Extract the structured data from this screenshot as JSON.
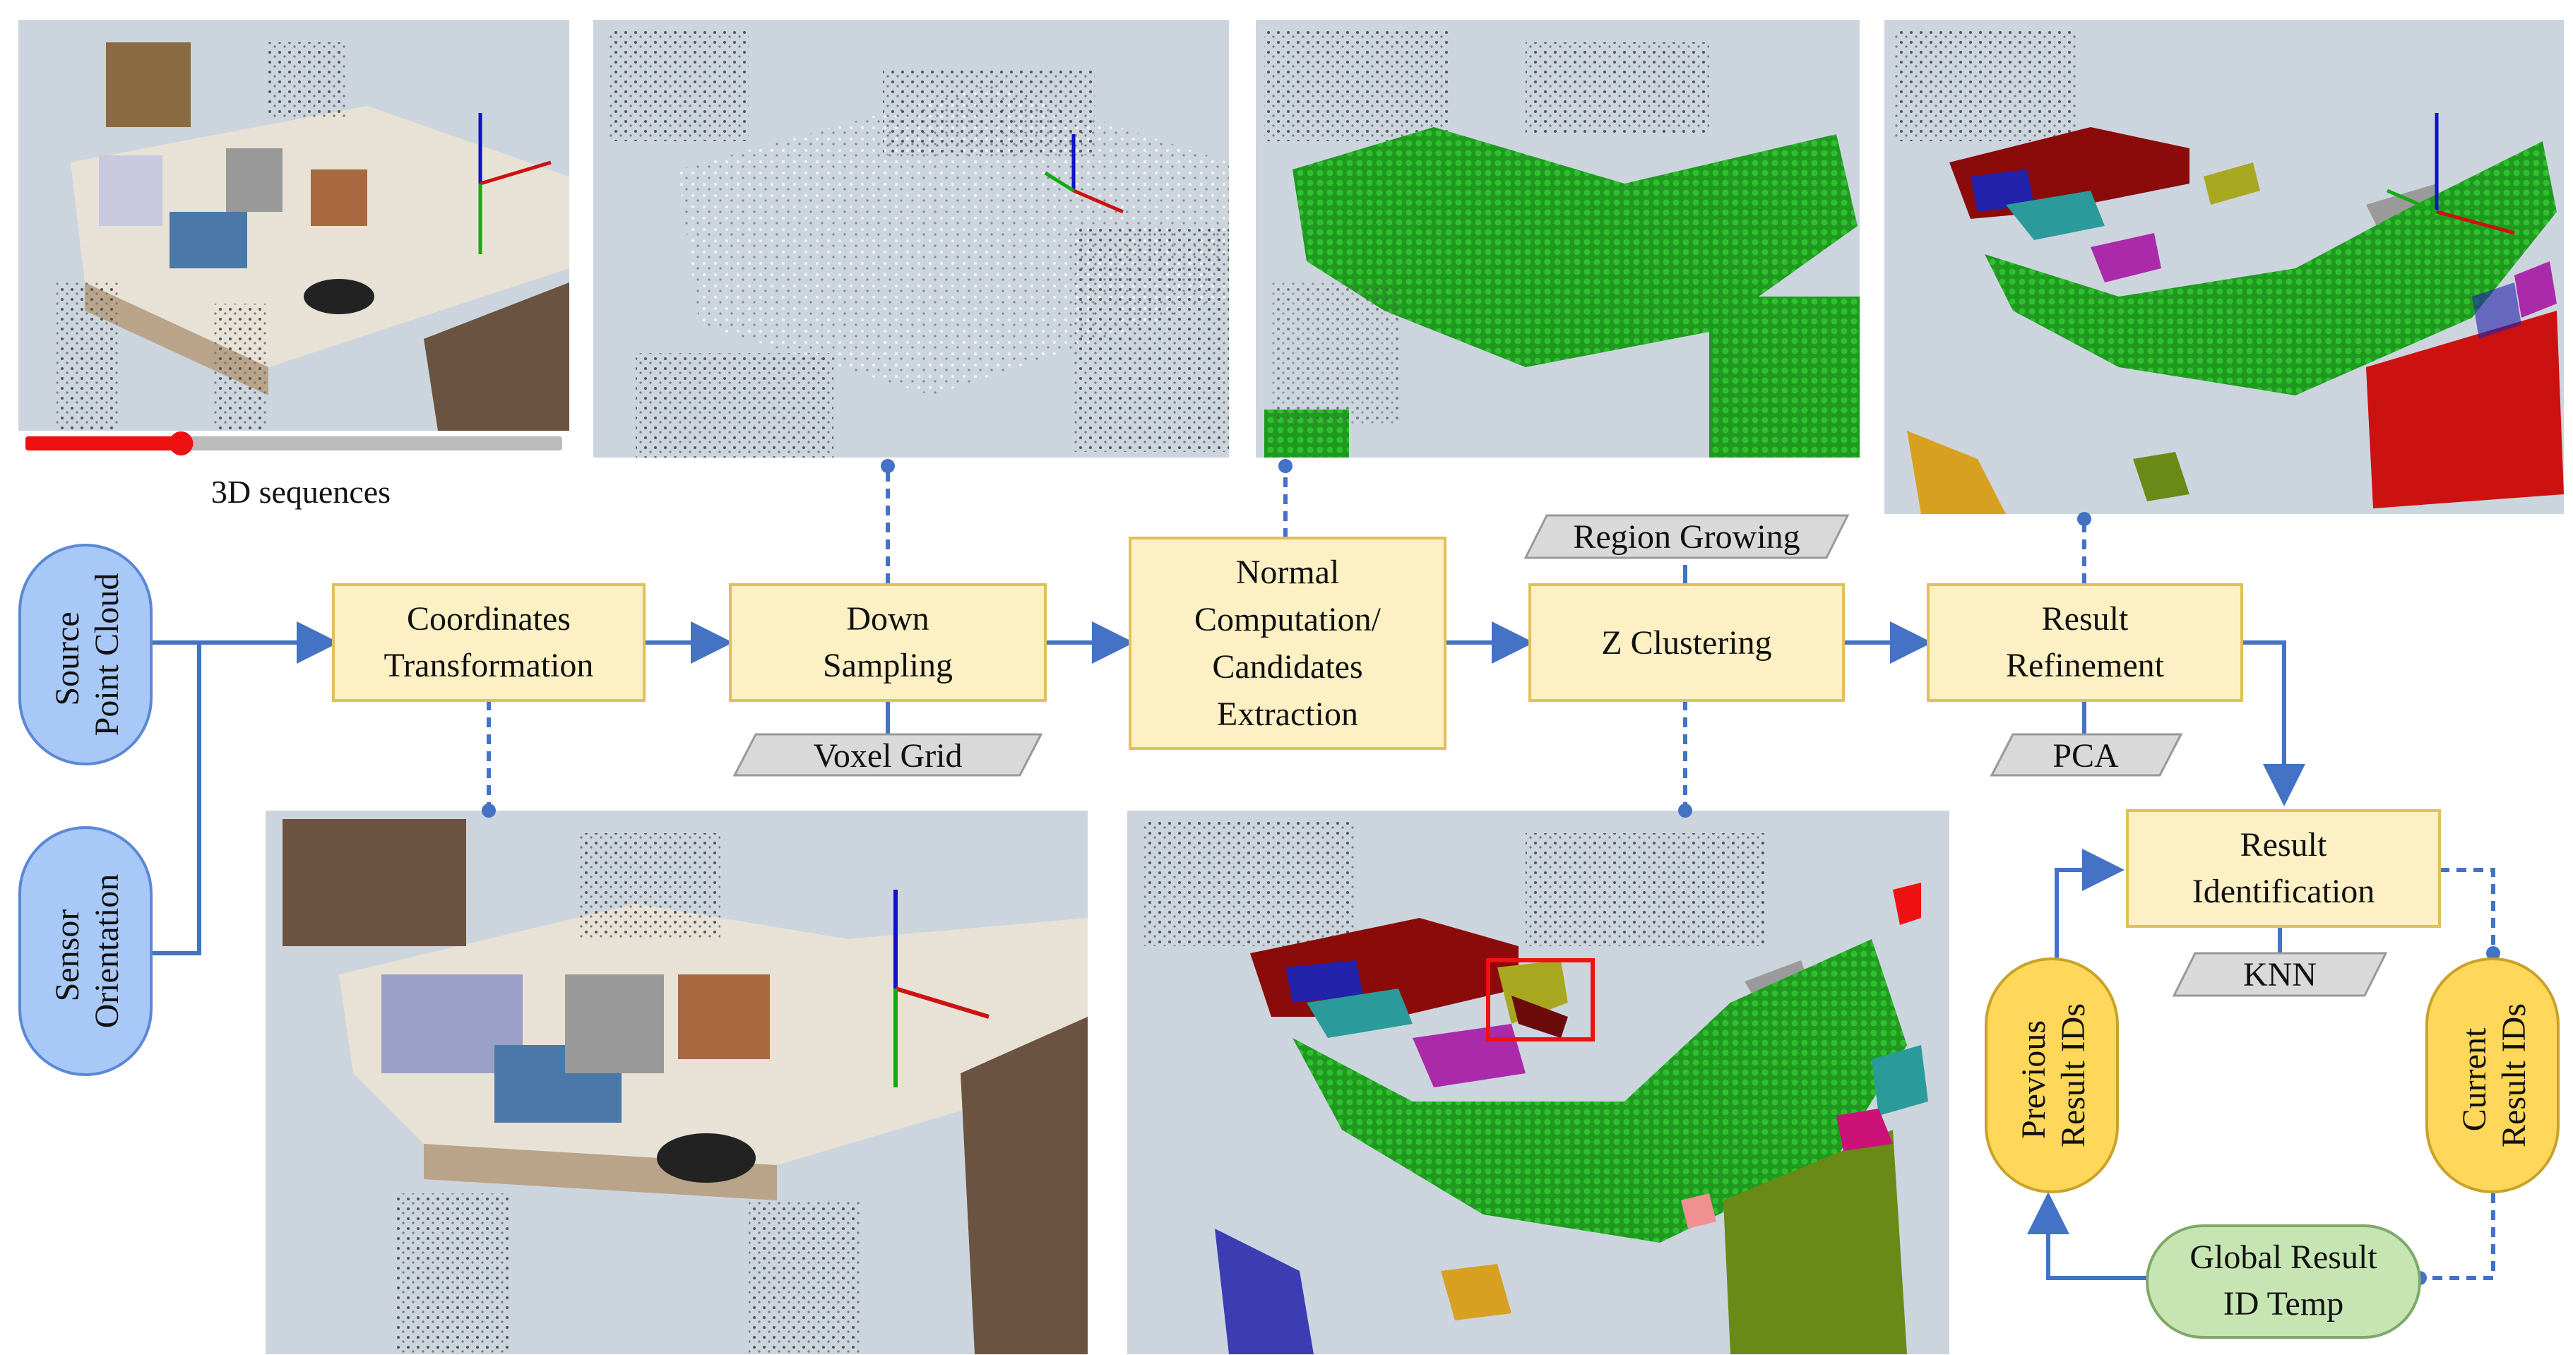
{
  "images": {
    "top_left_caption": "3D sequences",
    "slider_progress": 0.29
  },
  "nodes": {
    "source_point_cloud": [
      "Source",
      "Point Cloud"
    ],
    "sensor_orientation": [
      "Sensor",
      "Orientation"
    ],
    "coordinates_transformation": [
      "Coordinates",
      "Transformation"
    ],
    "down_sampling": [
      "Down",
      "Sampling"
    ],
    "normal_computation": [
      "Normal",
      "Computation/",
      "Candidates",
      "Extraction"
    ],
    "z_clustering": [
      "Z Clustering"
    ],
    "result_refinement": [
      "Result",
      "Refinement"
    ],
    "result_identification": [
      "Result",
      "Identification"
    ],
    "previous_result_ids": [
      "Previous",
      "Result IDs"
    ],
    "current_result_ids": [
      "Current",
      "Result IDs"
    ],
    "global_result_id_temp": [
      "Global Result",
      "ID Temp"
    ]
  },
  "method_labels": {
    "voxel_grid": "Voxel Grid",
    "region_growing": "Region Growing",
    "pca": "PCA",
    "knn": "KNN"
  },
  "colors": {
    "process_fill": "#fdf0c4",
    "process_stroke": "#e0c05a",
    "io_fill": "#a8c8f8",
    "io_stroke": "#5b88d6",
    "id_fill": "#ffd75a",
    "id_stroke": "#c9a22a",
    "temp_fill": "#c6e5b3",
    "temp_stroke": "#7fa86a",
    "method_fill": "#d9d9d9",
    "arrow": "#4472c4",
    "panel_bg": "#ccd5de",
    "cluster_green": "#1fa81f",
    "cluster_darkred": "#8b0a0a",
    "cluster_red": "#cc1111",
    "cluster_blue": "#2222aa",
    "cluster_teal": "#2a9a9a",
    "cluster_purple": "#aa2aaa",
    "cluster_olive": "#a8a820",
    "cluster_gray": "#9a9a9a",
    "cluster_orange": "#d8a020",
    "cluster_dark_green": "#6a8a18",
    "slider_red": "#ee1111",
    "slider_track": "#bbbbbb"
  }
}
